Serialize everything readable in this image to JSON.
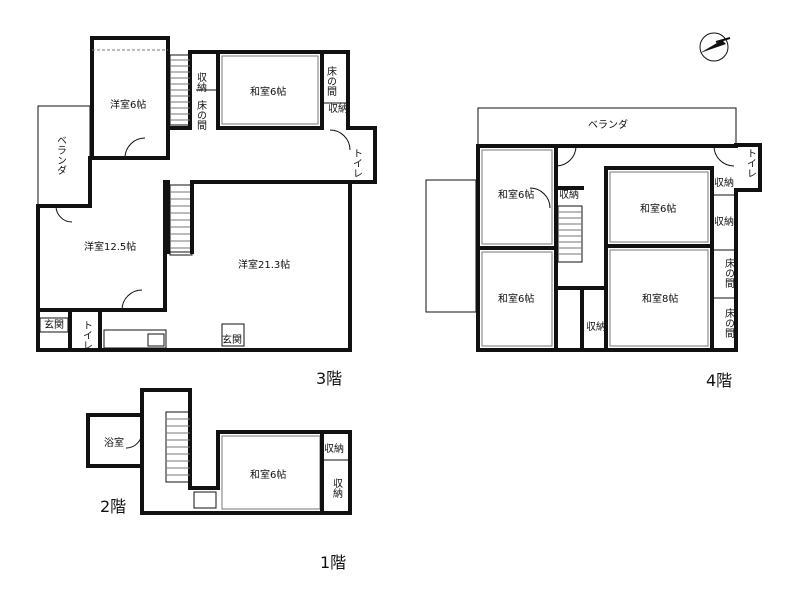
{
  "floors": {
    "f1": "1階",
    "f2": "2階",
    "f3": "3階",
    "f4": "4階"
  },
  "rooms": {
    "f3_yoshitsu6": "洋室6帖",
    "f3_washitsu6": "和室6帖",
    "f3_shuno_a": "収納",
    "f3_shuno_b": "収納",
    "f3_tokonoma_a": "床の間",
    "f3_tokonoma_b": "床の間",
    "f3_toilet_a": "トイレ",
    "f3_veranda": "ベランダ",
    "f3_yoshitsu125": "洋室12.5帖",
    "f3_yoshitsu213": "洋室21.3帖",
    "f3_genkan_a": "玄関",
    "f3_genkan_b": "玄関",
    "f3_toilet_b": "トイレ",
    "f4_veranda": "ベランダ",
    "f4_washitsu6_a": "和室6帖",
    "f4_washitsu6_b": "和室6帖",
    "f4_washitsu6_c": "和室6帖",
    "f4_washitsu8": "和室8帖",
    "f4_shuno_a": "収納",
    "f4_shuno_b": "収納",
    "f4_shuno_c": "収納",
    "f4_shuno_d": "収納",
    "f4_tokonoma_a": "床の間",
    "f4_tokonoma_b": "床の間",
    "f4_toilet": "トイレ",
    "f1_yokushitsu": "浴室",
    "f1_washitsu6": "和室6帖",
    "f1_shuno_a": "収納",
    "f1_shuno_b": "収納"
  },
  "compass": {
    "icon": "north-arrow-icon"
  }
}
